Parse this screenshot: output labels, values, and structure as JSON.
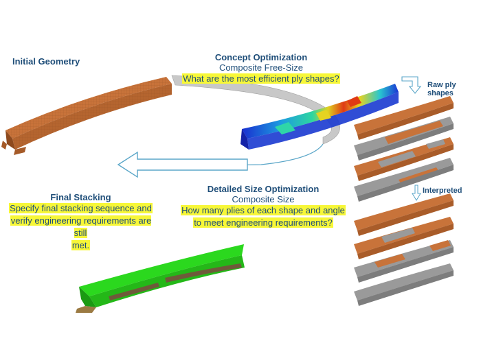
{
  "stages": {
    "initial": {
      "title": "Initial Geometry"
    },
    "concept": {
      "title": "Concept Optimization",
      "subtitle": "Composite Free-Size",
      "question": "What are the most efficient ply shapes?"
    },
    "detailed": {
      "title": "Detailed Size Optimization",
      "subtitle": "Composite Size",
      "question_line1": "How many plies of each shape and angle",
      "question_line2": "to meet engineering requirements?"
    },
    "final": {
      "title": "Final Stacking",
      "line1": "Specify final stacking sequence and",
      "line2": "verify engineering requirements are still",
      "line3": "met."
    }
  },
  "side_labels": {
    "raw": "Raw ply shapes",
    "interpreted": "Interpreted"
  },
  "colors": {
    "composite_orange": "#c8733a",
    "ply_gray": "#9a9a9a",
    "final_green": "#2bd81e",
    "text_blue": "#1f4e79",
    "highlight_yellow": "#f7f738"
  }
}
